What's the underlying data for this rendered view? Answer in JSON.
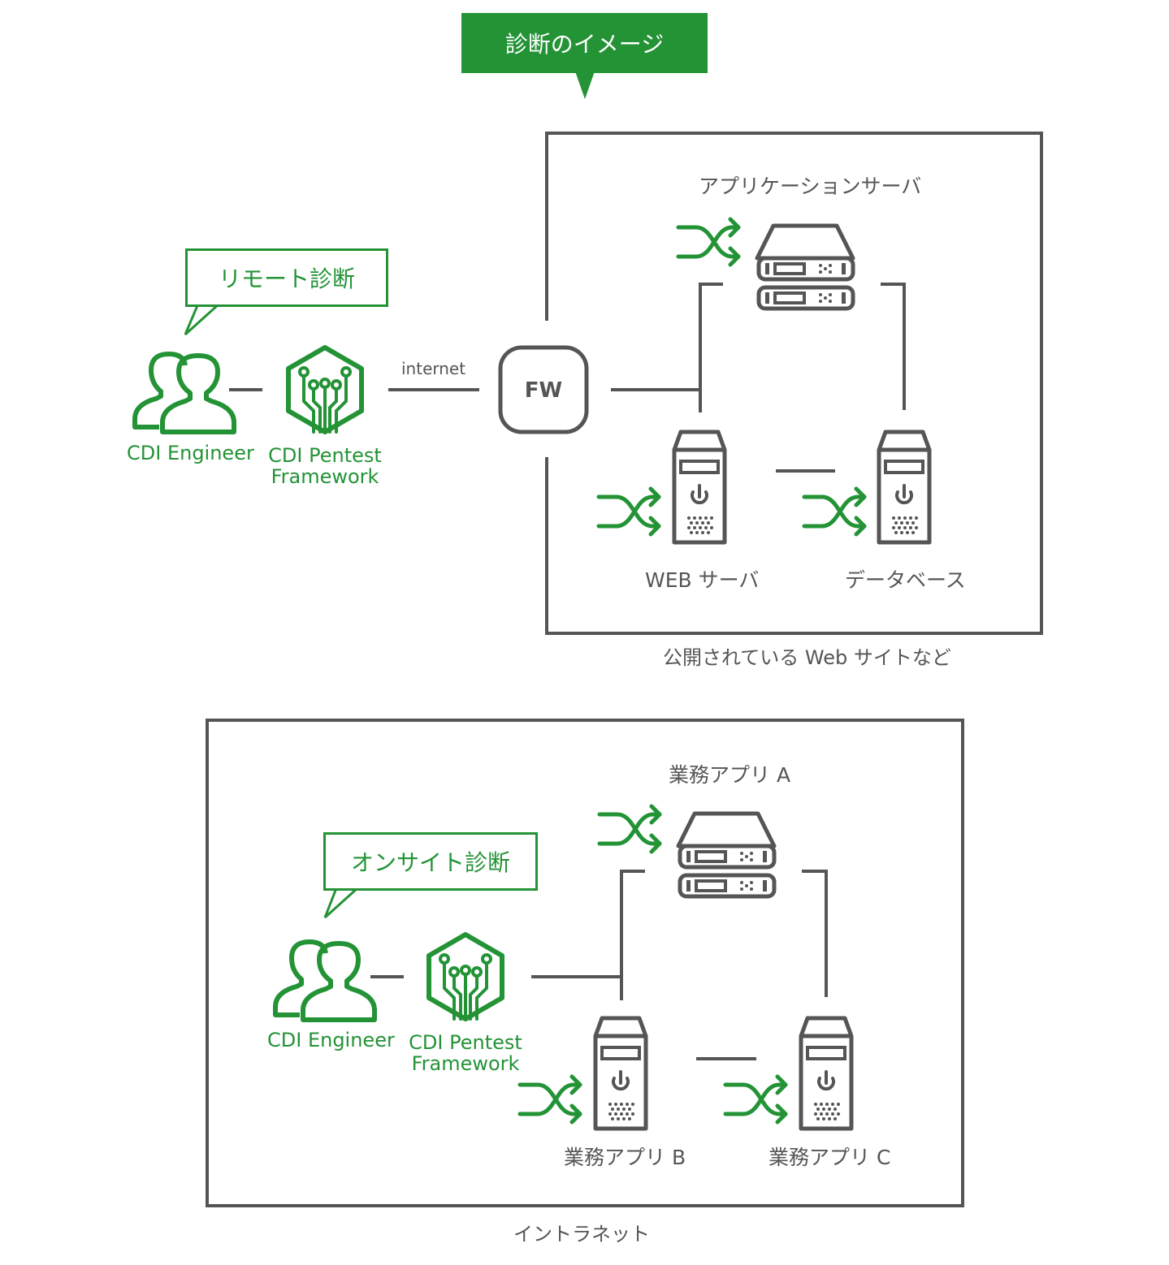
{
  "title": "診断のイメージ",
  "colors": {
    "green": "#239336",
    "gray": "#555555"
  },
  "remote": {
    "callout": "リモート診断",
    "engineer_label": "CDI Engineer",
    "framework_label_1": "CDI Pentest",
    "framework_label_2": "Framework",
    "internet_label": "internet",
    "fw_label": "FW",
    "app_server_label": "アプリケーションサーバ",
    "web_server_label": "WEB サーバ",
    "database_label": "データベース",
    "zone_caption": "公開されている Web サイトなど"
  },
  "onsite": {
    "callout": "オンサイト診断",
    "engineer_label": "CDI Engineer",
    "framework_label_1": "CDI Pentest",
    "framework_label_2": "Framework",
    "app_a_label": "業務アプリ A",
    "app_b_label": "業務アプリ B",
    "app_c_label": "業務アプリ C",
    "zone_caption": "イントラネット"
  },
  "icons": [
    "users-icon",
    "framework-chip-icon",
    "rack-server-icon",
    "tower-server-icon",
    "shuffle-icon",
    "firewall-icon"
  ]
}
